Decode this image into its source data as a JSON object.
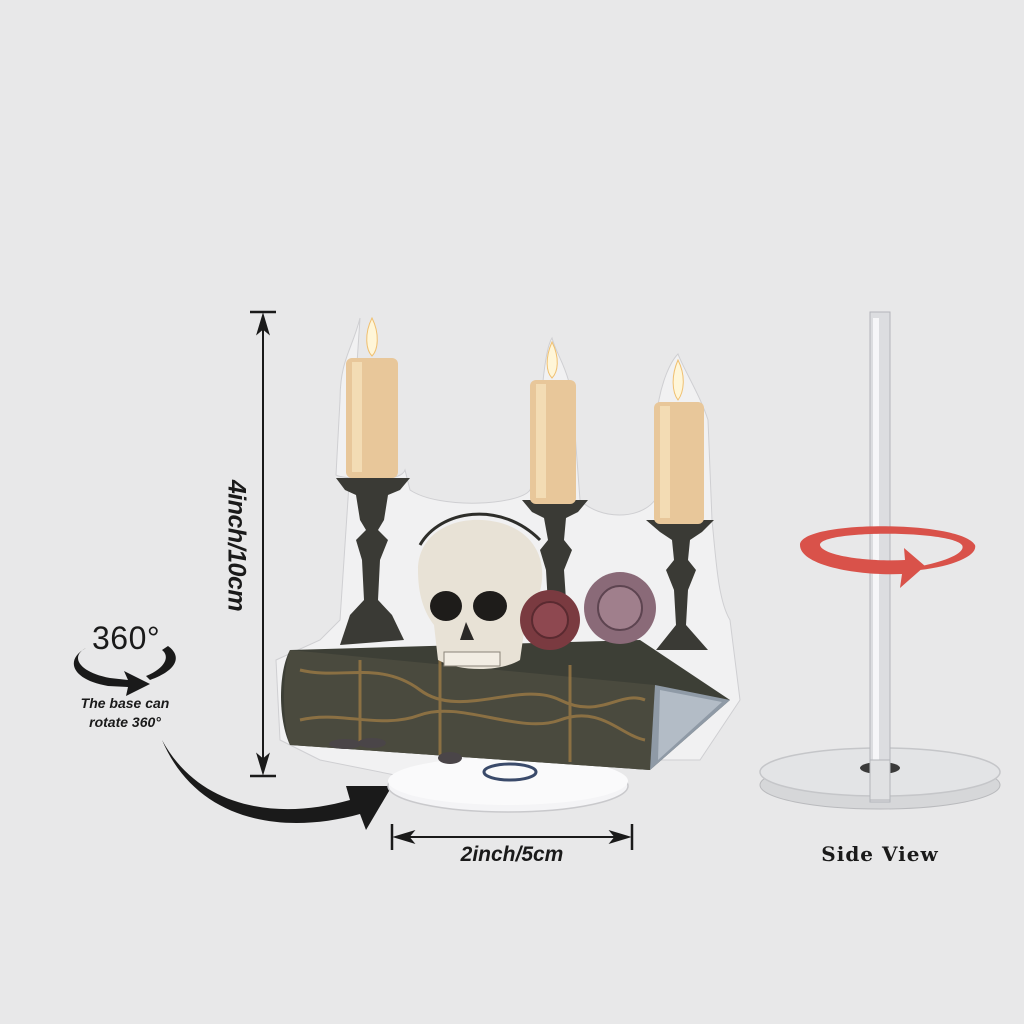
{
  "dimensions": {
    "height_label": "4inch/10cm",
    "width_label": "2inch/5cm"
  },
  "rotation_badge": {
    "number": "360°",
    "note_line1": "The base can",
    "note_line2": "rotate 360°"
  },
  "side_view": {
    "label": "Side View"
  },
  "product": {
    "name": "Acrylic skull and candles ornament",
    "elements": [
      "three lit candles on candlesticks",
      "skull with vine crown",
      "two roses",
      "old ornate book",
      "round clear acrylic base"
    ]
  },
  "colors": {
    "background": "#e8e8e9",
    "text": "#1a1a1a",
    "rotate_arrow_red": "#d9524a",
    "candle_wax": "#e8c79a",
    "book_cover": "#3d3f36",
    "book_gold": "#9c7a45"
  }
}
